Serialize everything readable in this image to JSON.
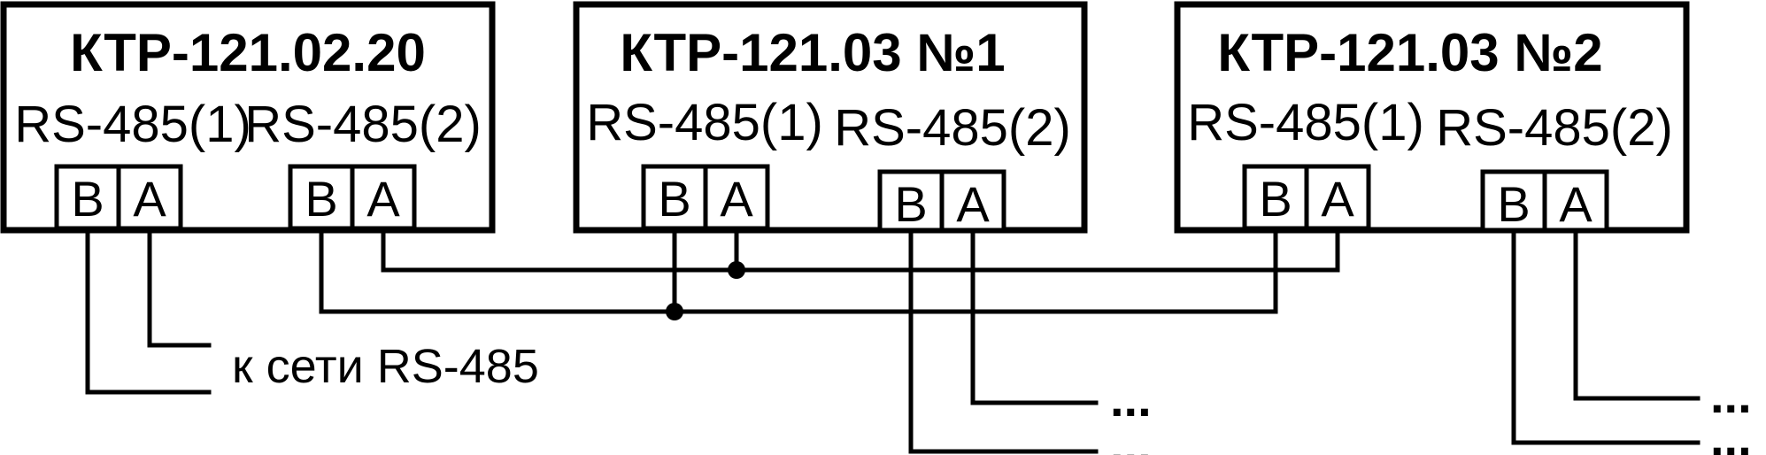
{
  "devices": [
    {
      "title": "КТР-121.02.20",
      "ports": [
        {
          "label": "RS-485(1)",
          "terminals": [
            "B",
            "A"
          ]
        },
        {
          "label": "RS-485(2)",
          "terminals": [
            "B",
            "A"
          ]
        }
      ]
    },
    {
      "title": "КТР-121.03 №1",
      "ports": [
        {
          "label": "RS-485(1)",
          "terminals": [
            "B",
            "A"
          ]
        },
        {
          "label": "RS-485(2)",
          "terminals": [
            "B",
            "A"
          ]
        }
      ]
    },
    {
      "title": "КТР-121.03 №2",
      "ports": [
        {
          "label": "RS-485(1)",
          "terminals": [
            "B",
            "A"
          ]
        },
        {
          "label": "RS-485(2)",
          "terminals": [
            "B",
            "A"
          ]
        }
      ]
    }
  ],
  "network_label": "к сети RS-485",
  "continuation": "..."
}
